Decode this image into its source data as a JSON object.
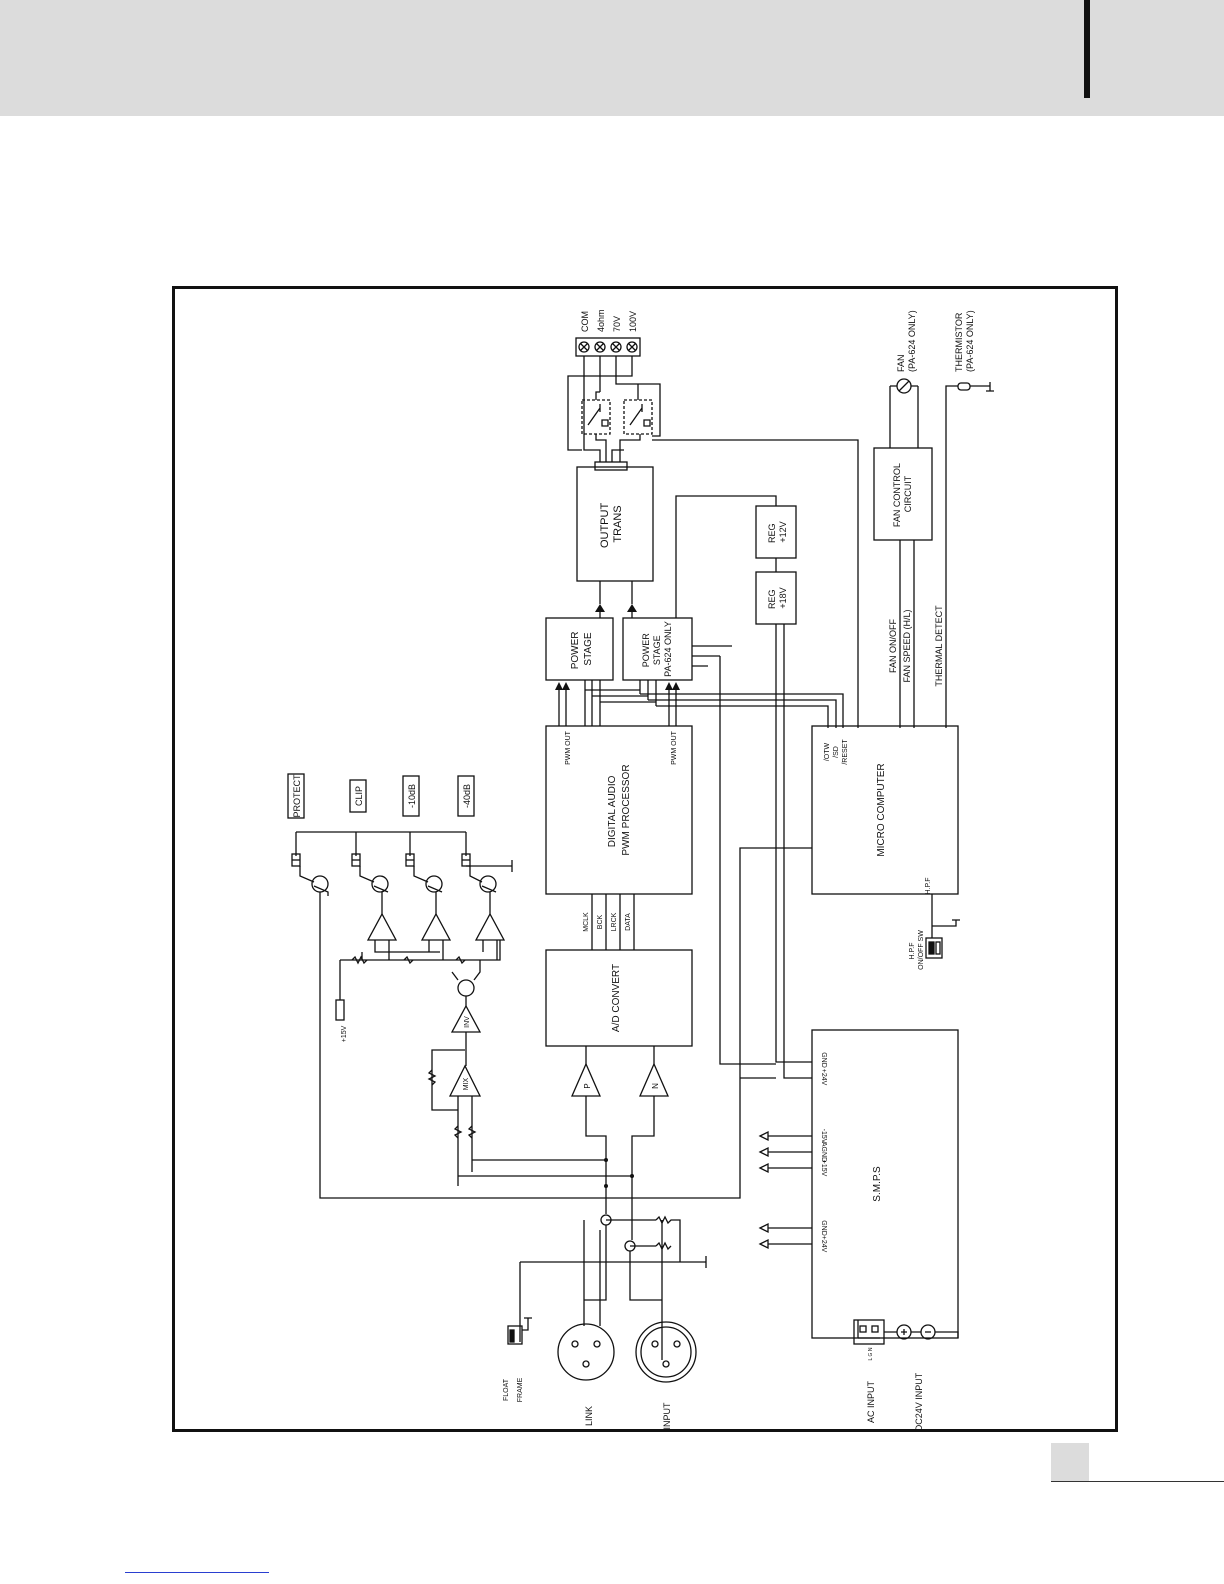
{
  "blocks": {
    "output_trans": [
      "OUTPUT",
      "TRANS"
    ],
    "reg_12v": [
      "REG",
      "+12V"
    ],
    "reg_18v": [
      "REG",
      "+18V"
    ],
    "power_stage_1": [
      "POWER",
      "STAGE"
    ],
    "power_stage_2": [
      "POWER",
      "STAGE",
      "PA-624 ONLY"
    ],
    "fan_control": [
      "FAN CONTROL",
      "CIRCUIT"
    ],
    "dsp": [
      "DIGITAL AUDIO",
      "PWM PROCESSOR"
    ],
    "micro": "MICRO COMPUTER",
    "adc": "A/D CONVERT",
    "smps": "S.M.P.S"
  },
  "terminals": [
    "COM",
    "4ohm",
    "70V",
    "100V"
  ],
  "fan": [
    "FAN",
    "(PA-624 ONLY)"
  ],
  "thermistor": [
    "THERMISTOR",
    "(PA-624 ONLY)"
  ],
  "signals": {
    "fan_onoff": "FAN ON/OFF",
    "fan_speed": "FAN SPEED (H/L)",
    "thermal": "THERMAL DETECT",
    "pwm_out_1": "PWM OUT",
    "pwm_out_2": "PWM OUT",
    "otw": "/OTW",
    "sd": "/SD",
    "reset": "/RESET",
    "hpf": "H.P.F",
    "mclk": "MCLK",
    "bck": "BCK",
    "lrck": "LRCK",
    "data": "DATA"
  },
  "indicators": [
    "PROTECT",
    "CLIP",
    "-10dB",
    "-40dB"
  ],
  "amps": {
    "inv": "INV",
    "mix": "MIX",
    "p": "P",
    "n": "N"
  },
  "supply_15v": "+15V",
  "smps_pins": {
    "gnd_a": "GND",
    "v24_a": "+24V",
    "m15v": "-15V",
    "agnd": "AGND",
    "p15v": "+15V",
    "gnd_b": "GND",
    "v24_b": "+24V"
  },
  "hpf_switch": [
    "H.P.F",
    "ON/OFF SW"
  ],
  "connectors": {
    "ac_input": "AC INPUT",
    "ac_pins": "L G N",
    "dc_input": "DC24V INPUT",
    "link": "LINK",
    "input": "INPUT",
    "float": "FLOAT",
    "frame": "FRAME"
  },
  "colors": {
    "ink": "#111111",
    "header": "#dcdcdc",
    "link_line": "#2a3fd0"
  }
}
